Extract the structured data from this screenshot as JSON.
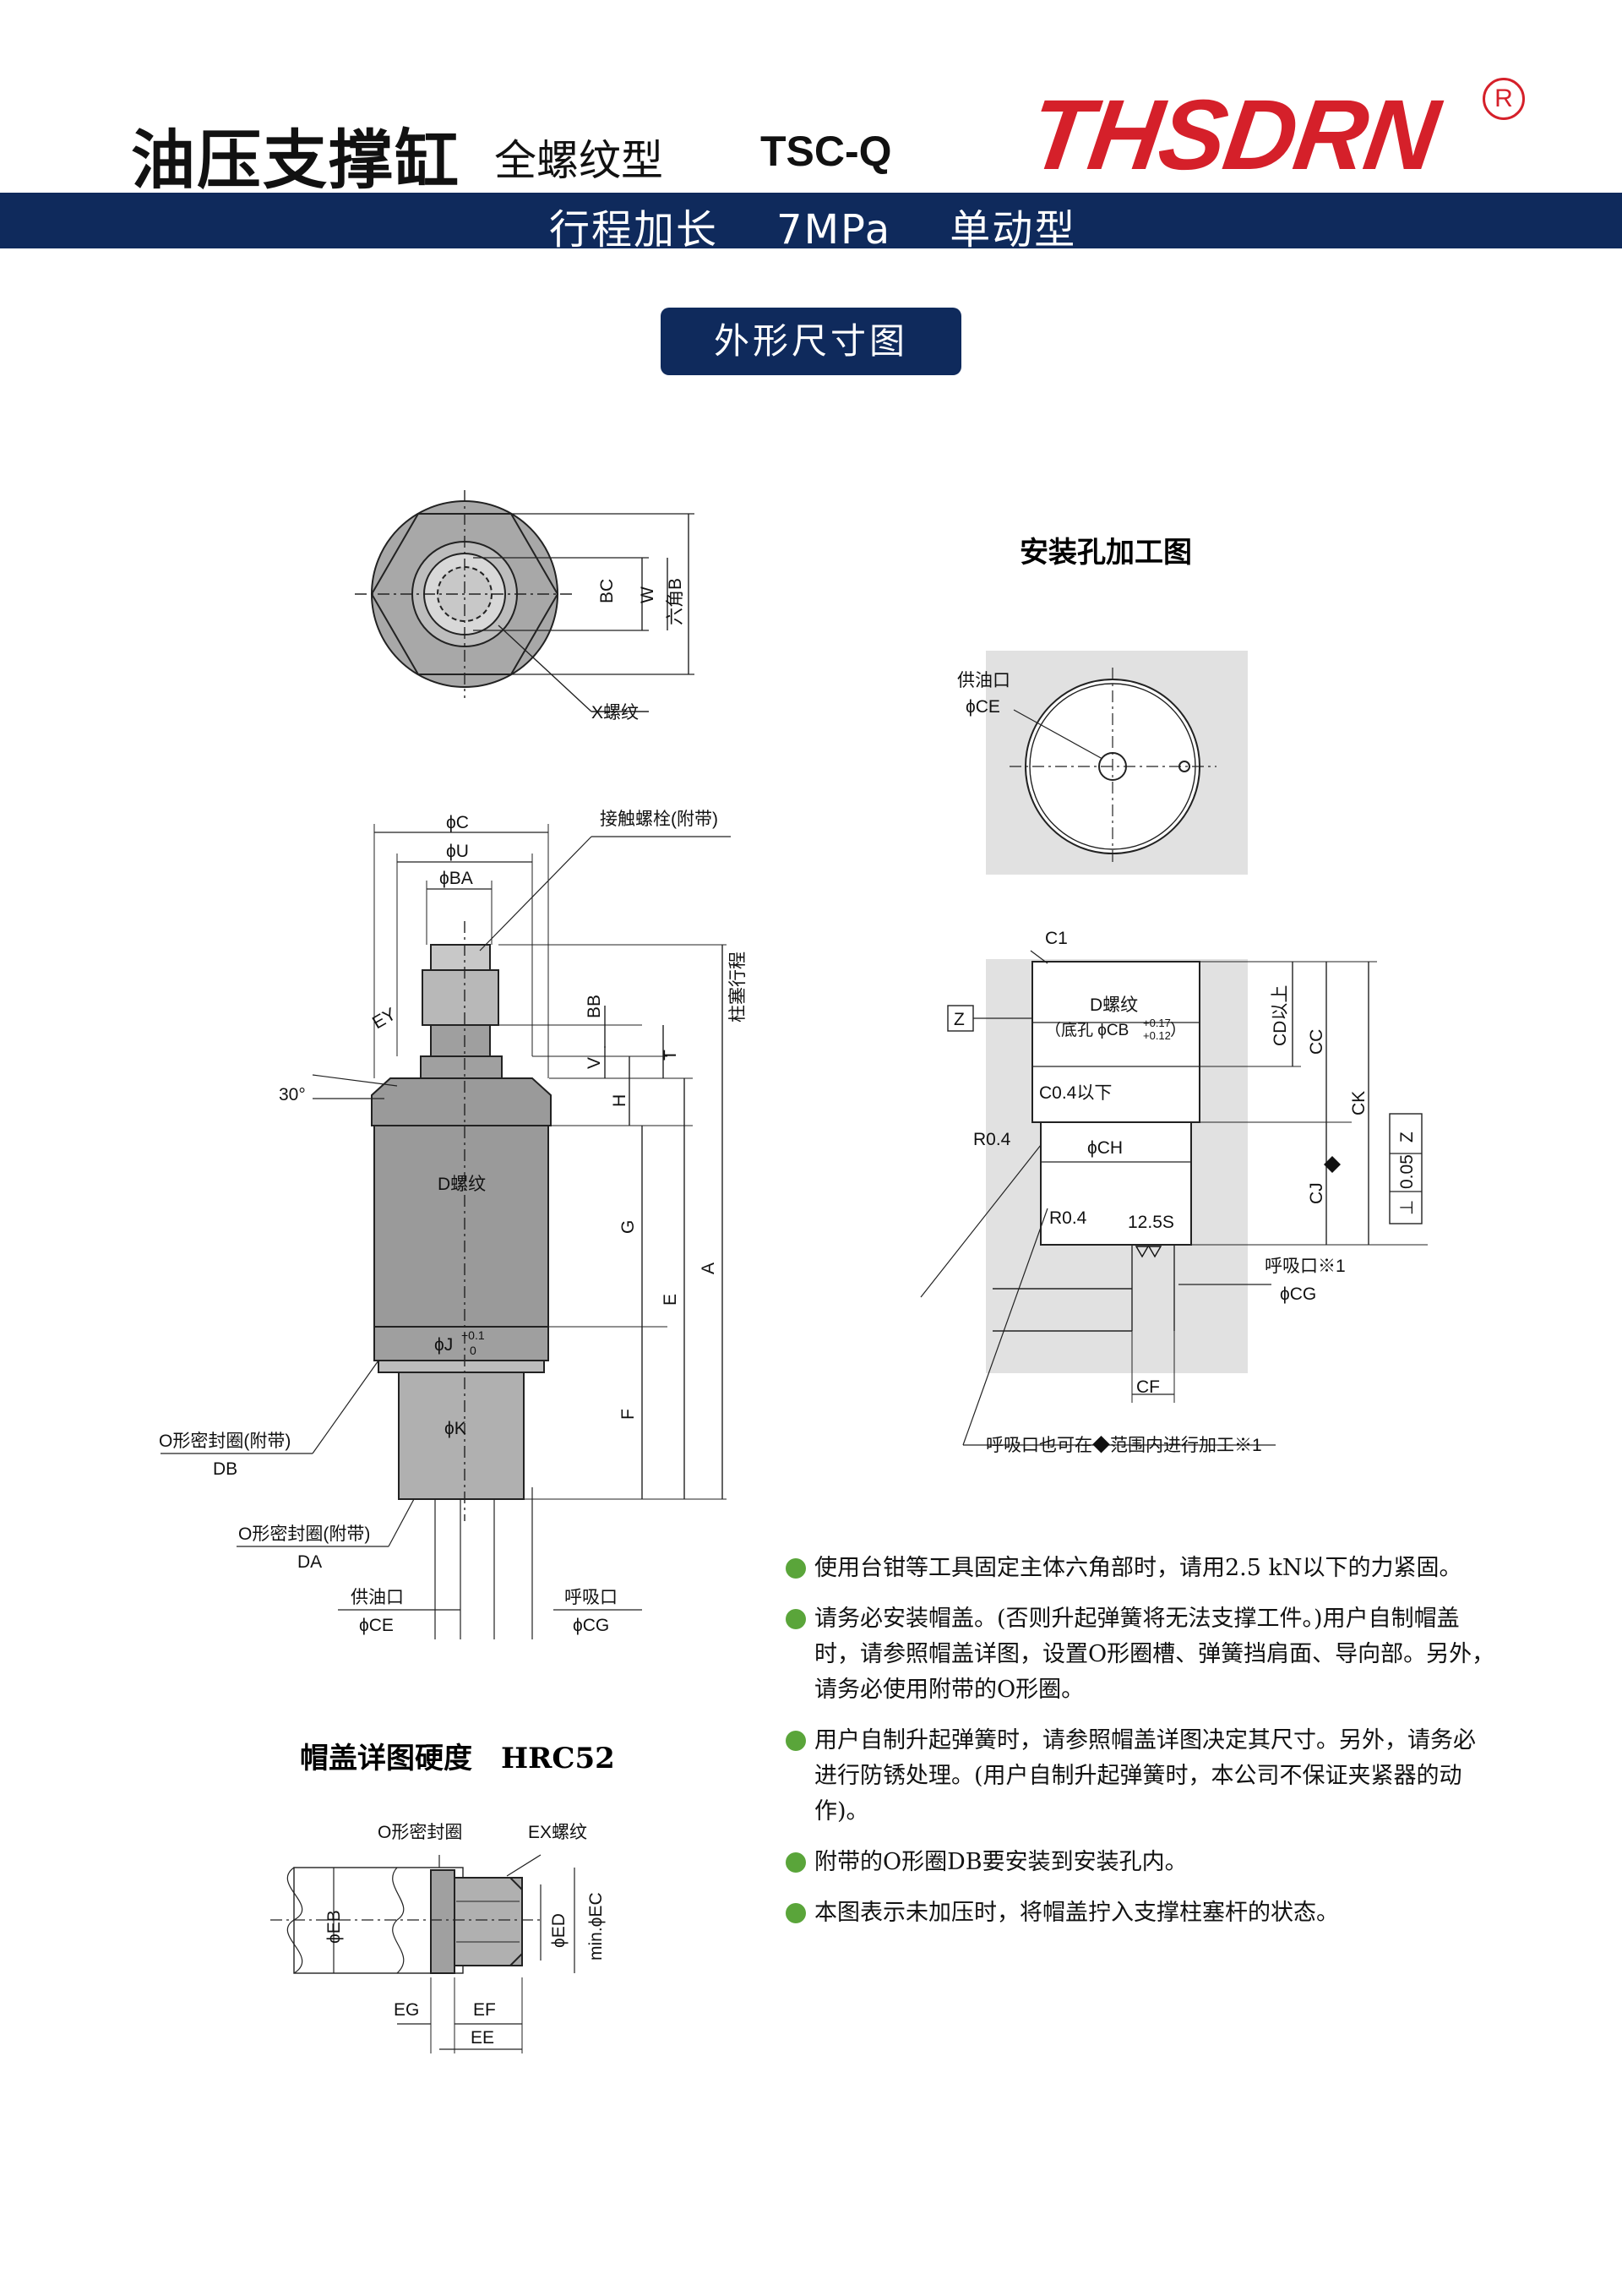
{
  "header": {
    "title": "油压支撑缸",
    "subtitle": "全螺纹型",
    "model": "TSC-Q",
    "logo": "THSDRN",
    "logo_registered": "R",
    "band_text": "行程加长    7MPa    单动型"
  },
  "section": {
    "label": "外形尺寸图"
  },
  "colors": {
    "navy": "#0f2a5c",
    "logo_red": "#d5202a",
    "bullet_green": "#5aa53a",
    "body_gray": "#9a9a9a"
  },
  "main_drawing": {
    "top_view": {
      "bc": "BC",
      "w": "W",
      "hex_b": "六角B",
      "x_thread": "X螺纹"
    },
    "labels": {
      "phi_c": "ϕC",
      "phi_u": "ϕU",
      "phi_ba": "ϕBA",
      "contact_bolt": "接触螺栓(附带)",
      "ey": "EY",
      "angle": "30°",
      "bb": "BB",
      "v": "V",
      "t": "T",
      "h": "H",
      "stroke": "柱塞行程",
      "d_thread": "D螺纹",
      "g": "G",
      "e": "E",
      "a": "A",
      "phi_j": "ϕJ",
      "j_tol_plus": "+0.1",
      "j_tol_zero": "0",
      "f": "F",
      "phi_k": "ϕK",
      "oring_db": "O形密封圈(附带)",
      "db": "DB",
      "oring_da": "O形密封圈(附带)",
      "da": "DA",
      "supply": "供油口",
      "phi_ce": "ϕCE",
      "breath": "呼吸口",
      "phi_cg": "ϕCG"
    }
  },
  "mount_hole": {
    "title": "安装孔加工图",
    "supply": "供油口",
    "phi_ce": "ϕCE",
    "c1": "C1",
    "z": "Z",
    "d_thread": "D螺纹",
    "bottom_hole": "（底孔 ϕCB",
    "cb_tol_plus": "+0.17",
    "cb_tol_minus": "+0.12",
    "close_paren": "）",
    "c04": "C0.4以下",
    "r04a": "R0.4",
    "phi_ch": "ϕCH",
    "r04b": "R0.4",
    "roughness": "12.5S",
    "cd": "CD以上",
    "cc": "CC",
    "ck": "CK",
    "cj": "CJ",
    "tol": "0.05",
    "tol_ref": "Z",
    "breath": "呼吸口※1",
    "phi_cg": "ϕCG",
    "cf": "CF",
    "note": "呼吸口也可在◆范围内进行加工※1"
  },
  "cap_detail": {
    "title": "帽盖详图硬度　HRC52",
    "oring": "O形密封圈",
    "ex_thread": "EX螺纹",
    "phi_eb": "ϕEB",
    "phi_ed": "ϕED",
    "min_ec": "min.ϕEC",
    "eg": "EG",
    "ef": "EF",
    "ee": "EE"
  },
  "notes": [
    "使用台钳等工具固定主体六角部时，请用2.5 kN以下的力紧固。",
    "请务必安装帽盖。(否则升起弹簧将无法支撑工件。)用户自制帽盖时，请参照帽盖详图，设置O形圈槽、弹簧挡肩面、导向部。另外，请务必使用附带的O形圈。",
    "用户自制升起弹簧时，请参照帽盖详图决定其尺寸。另外，请务必进行防锈处理。(用户自制升起弹簧时，本公司不保证夹紧器的动作)。",
    "附带的O形圈DB要安装到安装孔内。",
    "本图表示未加压时，将帽盖拧入支撑柱塞杆的状态。"
  ]
}
